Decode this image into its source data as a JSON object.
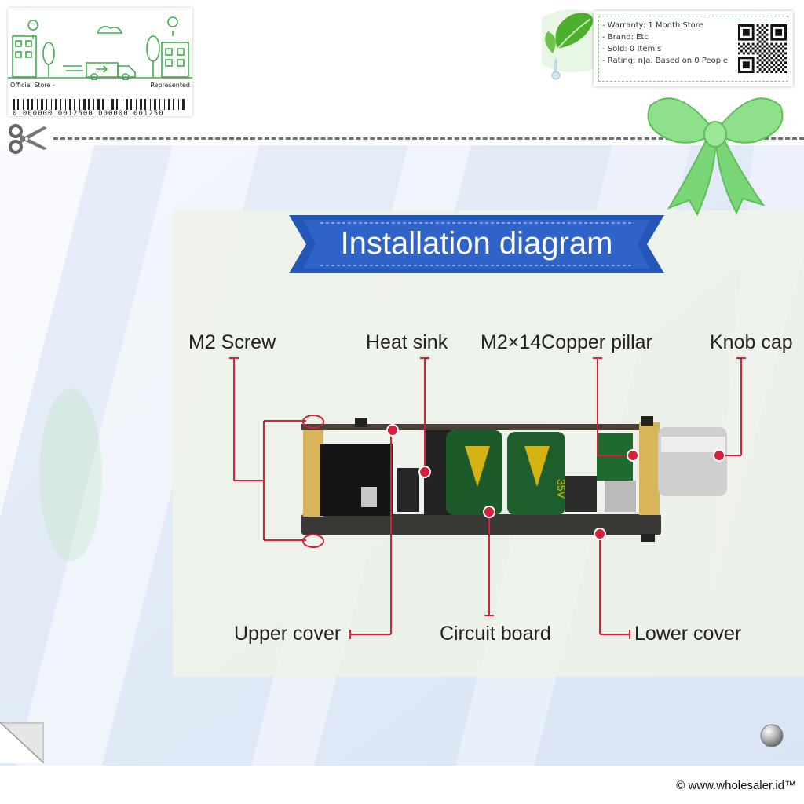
{
  "store_card": {
    "left_label": "Official Store -",
    "right_label": "Represented",
    "barcode_text": "0 000000 0012500 000000 001250"
  },
  "product_info": {
    "lines": [
      "- Warranty: 1 Month Store",
      "- Brand: Etc",
      "- Sold: 0 Item's",
      "- Rating: n|a. Based on 0 People"
    ]
  },
  "banner": {
    "title": "Installation diagram"
  },
  "labels": {
    "m2_screw": "M2 Screw",
    "heat_sink": "Heat sink",
    "copper_pillar": "M2×14Copper pillar",
    "knob_cap": "Knob cap",
    "upper_cover": "Upper cover",
    "circuit_board": "Circuit board",
    "lower_cover": "Lower cover"
  },
  "capacitor_text": "35V",
  "footer": {
    "copyright": "© www.wholesaler.id™"
  },
  "icons": [
    "scissors-icon",
    "leaf-icon",
    "bow-icon",
    "qr-code",
    "page-curl-icon",
    "knob-button-icon"
  ],
  "colors": {
    "accent_green": "#3fae4a",
    "banner_blue": "#2456b8",
    "callout_red": "#d8203a"
  }
}
